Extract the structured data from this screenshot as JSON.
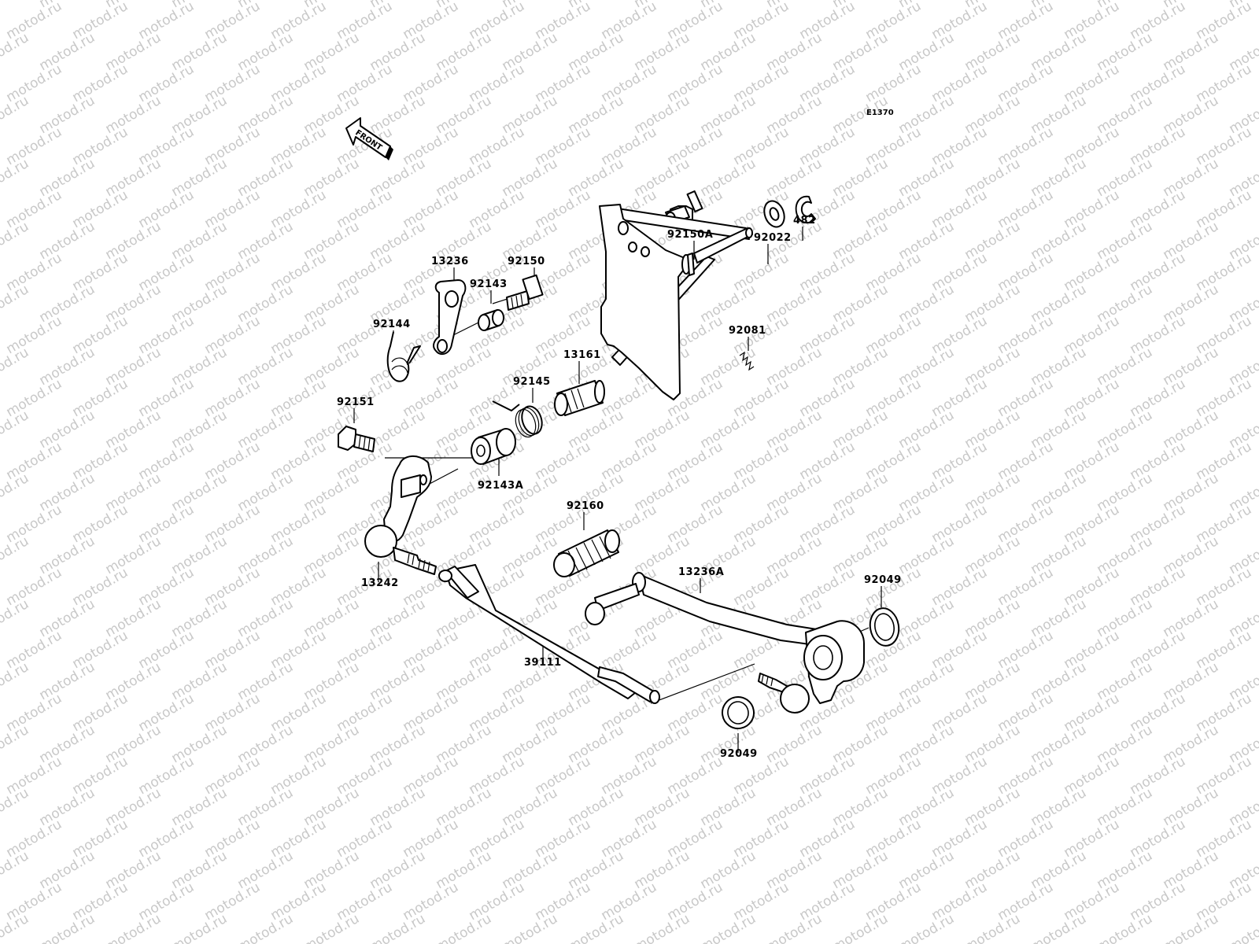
{
  "diagram_id": "E1370",
  "front_label": "FRONT",
  "watermark": "motod.ru",
  "parts": [
    {
      "id": "p-92150A",
      "label": "92150A"
    },
    {
      "id": "p-92022",
      "label": "92022"
    },
    {
      "id": "p-482",
      "label": "482"
    },
    {
      "id": "p-13236",
      "label": "13236"
    },
    {
      "id": "p-92150",
      "label": "92150"
    },
    {
      "id": "p-92143",
      "label": "92143"
    },
    {
      "id": "p-92144",
      "label": "92144"
    },
    {
      "id": "p-92081",
      "label": "92081"
    },
    {
      "id": "p-13161",
      "label": "13161"
    },
    {
      "id": "p-92145",
      "label": "92145"
    },
    {
      "id": "p-92151",
      "label": "92151"
    },
    {
      "id": "p-92143A",
      "label": "92143A"
    },
    {
      "id": "p-92160",
      "label": "92160"
    },
    {
      "id": "p-13242",
      "label": "13242"
    },
    {
      "id": "p-13236A",
      "label": "13236A"
    },
    {
      "id": "p-92049-top",
      "label": "92049"
    },
    {
      "id": "p-39111",
      "label": "39111"
    },
    {
      "id": "p-92049-bottom",
      "label": "92049"
    }
  ]
}
